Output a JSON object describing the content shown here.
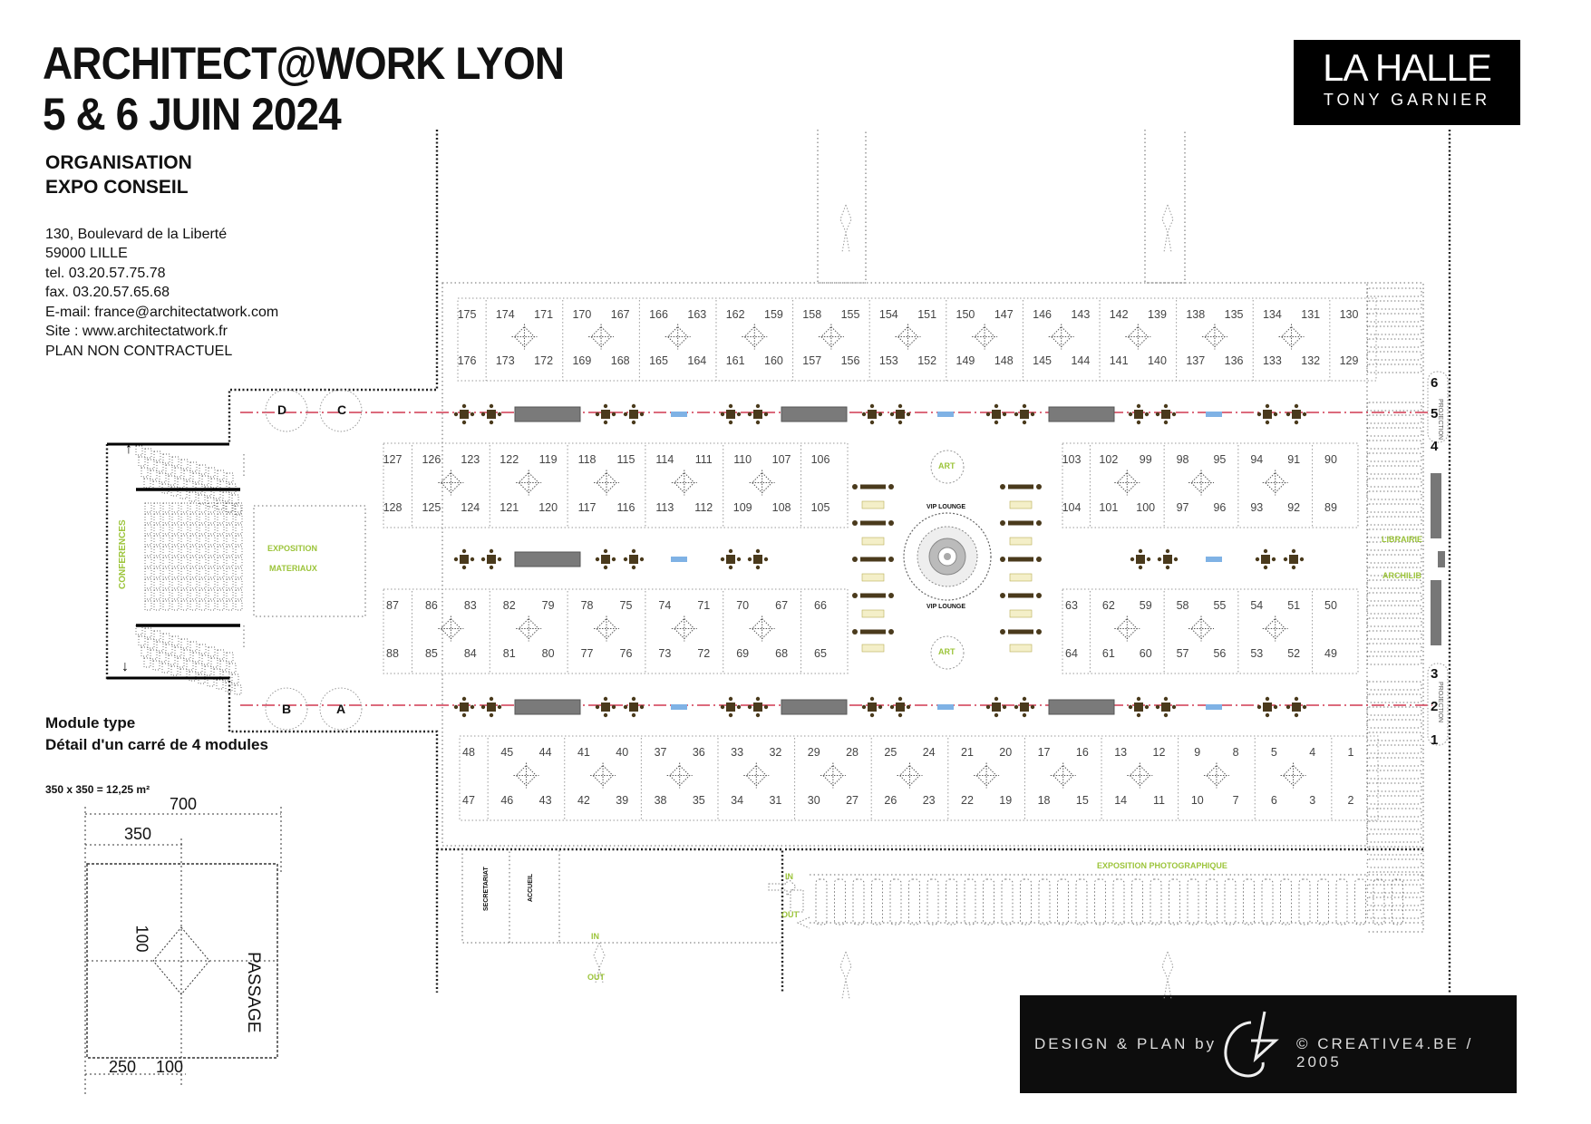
{
  "header": {
    "title_line1": "ARCHITECT@WORK LYON",
    "title_line2": "5 & 6 JUIN 2024"
  },
  "organisation": {
    "line1": "ORGANISATION",
    "line2": "EXPO CONSEIL",
    "contact": [
      "130, Boulevard de la Liberté",
      "59000 LILLE",
      "tel.  03.20.57.75.78",
      "fax. 03.20.57.65.68",
      "E-mail: france@architectatwork.com",
      "Site : www.architectatwork.fr",
      "PLAN NON CONTRACTUEL"
    ]
  },
  "venue_logo": {
    "line1": "LA HALLE",
    "line2": "TONY GARNIER"
  },
  "credit": {
    "left": "DESIGN & PLAN by",
    "right": "© CREATIVE4.BE / 2005"
  },
  "module": {
    "title_line1": "Module type",
    "title_line2": "Détail d'un carré de 4 modules",
    "area": "350 x 350 = 12,25 m²",
    "dim_total": "700",
    "dim_half": "350",
    "dim_center": "100",
    "dim_bottom_a": "250",
    "dim_bottom_b": "100",
    "passage_label": "PASSAGE"
  },
  "zones": {
    "conferences": "CONFERENCES",
    "exposition_materiaux_1": "EXPOSITION",
    "exposition_materiaux_2": "MATERIAUX",
    "vip_lounge": "VIP LOUNGE",
    "art": "ART",
    "librairie": "LIBRAIRIE",
    "archilib": "ARCHILIB",
    "projection": "PROJECTION",
    "exposition_photo": "EXPOSITION PHOTOGRAPHIQUE",
    "secretariat": "SECRETARIAT",
    "accueil": "ACCUEIL",
    "in": "IN",
    "out": "OUT"
  },
  "circles": [
    "D",
    "C",
    "B",
    "A"
  ],
  "side_numbers": [
    "6",
    "5",
    "4",
    "3",
    "2",
    "1"
  ],
  "stands": {
    "row_a_top": [
      "175",
      "174",
      "171",
      "170",
      "167",
      "166",
      "163",
      "162",
      "159",
      "158",
      "155",
      "154",
      "151",
      "150",
      "147",
      "146",
      "143",
      "142",
      "139",
      "138",
      "135",
      "134",
      "131",
      "130"
    ],
    "row_a_bottom": [
      "176",
      "173",
      "172",
      "169",
      "168",
      "165",
      "164",
      "161",
      "160",
      "157",
      "156",
      "153",
      "152",
      "149",
      "148",
      "145",
      "144",
      "141",
      "140",
      "137",
      "136",
      "133",
      "132",
      "129"
    ],
    "row_b_left_top": [
      "127",
      "126",
      "123",
      "122",
      "119",
      "118",
      "115",
      "114",
      "111",
      "110",
      "107",
      "106"
    ],
    "row_b_left_bottom": [
      "128",
      "125",
      "124",
      "121",
      "120",
      "117",
      "116",
      "113",
      "112",
      "109",
      "108",
      "105"
    ],
    "row_b_right_top": [
      "103",
      "102",
      "99",
      "98",
      "95",
      "94",
      "91",
      "90"
    ],
    "row_b_right_bottom": [
      "104",
      "101",
      "100",
      "97",
      "96",
      "93",
      "92",
      "89"
    ],
    "row_c_left_top": [
      "87",
      "86",
      "83",
      "82",
      "79",
      "78",
      "75",
      "74",
      "71",
      "70",
      "67",
      "66"
    ],
    "row_c_left_bottom": [
      "88",
      "85",
      "84",
      "81",
      "80",
      "77",
      "76",
      "73",
      "72",
      "69",
      "68",
      "65"
    ],
    "row_c_right_top": [
      "63",
      "62",
      "59",
      "58",
      "55",
      "54",
      "51",
      "50"
    ],
    "row_c_right_bottom": [
      "64",
      "61",
      "60",
      "57",
      "56",
      "53",
      "52",
      "49"
    ],
    "row_d_top": [
      "48",
      "45",
      "44",
      "41",
      "40",
      "37",
      "36",
      "33",
      "32",
      "29",
      "28",
      "25",
      "24",
      "21",
      "20",
      "17",
      "16",
      "13",
      "12",
      "9",
      "8",
      "5",
      "4",
      "1"
    ],
    "row_d_bottom": [
      "47",
      "46",
      "43",
      "42",
      "39",
      "38",
      "35",
      "34",
      "31",
      "30",
      "27",
      "26",
      "23",
      "22",
      "19",
      "18",
      "15",
      "14",
      "11",
      "10",
      "7",
      "6",
      "3",
      "2"
    ]
  },
  "colors": {
    "accent_green": "#9cc43a",
    "red_line": "#c8102e",
    "table_brown": "#4a3a1c",
    "bar_grey": "#7a7a7a",
    "water_blue": "#7fb2e5"
  }
}
